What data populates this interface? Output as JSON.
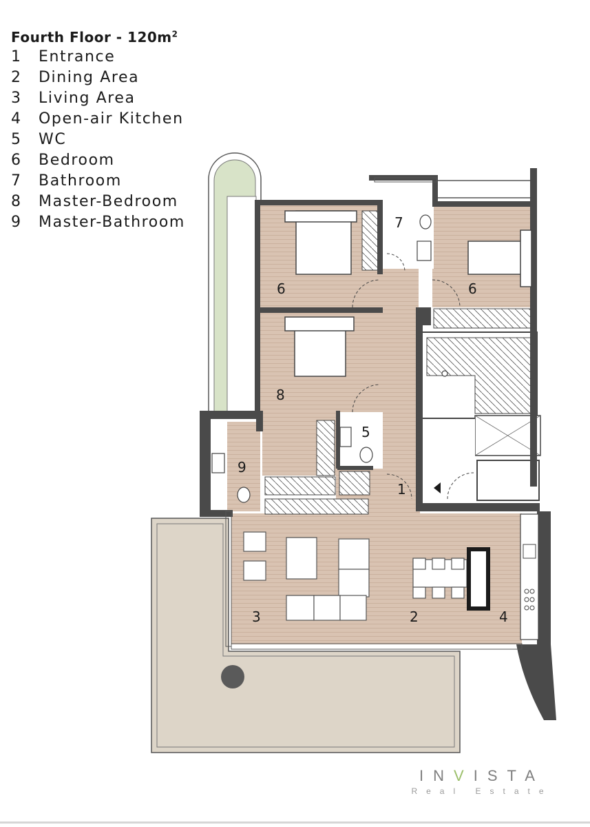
{
  "legend": {
    "title": "Fourth Floor - 120m",
    "title_sup": "2",
    "items": [
      {
        "num": "1",
        "label": "Entrance"
      },
      {
        "num": "2",
        "label": "Dining Area"
      },
      {
        "num": "3",
        "label": "Living Area"
      },
      {
        "num": "4",
        "label": "Open-air Kitchen"
      },
      {
        "num": "5",
        "label": "WC"
      },
      {
        "num": "6",
        "label": "Bedroom"
      },
      {
        "num": "7",
        "label": "Bathroom"
      },
      {
        "num": "8",
        "label": "Master-Bedroom"
      },
      {
        "num": "9",
        "label": "Master-Bathroom"
      }
    ]
  },
  "plan_labels": {
    "bedroom_left": "6",
    "bedroom_right": "6",
    "bathroom": "7",
    "master_bedroom": "8",
    "wc": "5",
    "master_bathroom": "9",
    "entrance": "1",
    "living": "3",
    "dining": "2",
    "kitchen": "4"
  },
  "logo": {
    "name_pre": "IN",
    "name_accent": "V",
    "name_post": "ISTA",
    "tagline": "Real Estate"
  },
  "colors": {
    "floor": "#d9c3b2",
    "terrace": "#ddd5c8",
    "wall": "#4a4a4a",
    "planter": "#d8e3c8",
    "accent": "#9bbf6a"
  }
}
